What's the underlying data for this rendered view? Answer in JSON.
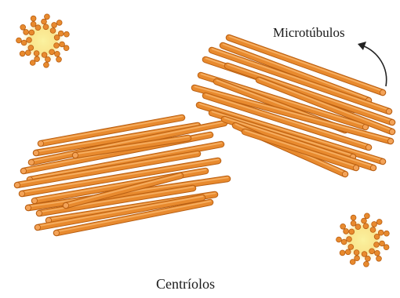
{
  "labels": {
    "microtubules": "Microtúbulos",
    "centrioles": "Centríolos"
  },
  "colors": {
    "tube_fill": "#e88a2e",
    "tube_highlight": "#f7b267",
    "tube_shadow": "#b95f12",
    "tube_end": "#f3a358",
    "glow": "#f7e27a",
    "arrow": "#222222"
  },
  "structures": [
    {
      "name": "centriole-bundle-left",
      "kind": "bundle of parallel microtubules"
    },
    {
      "name": "centriole-bundle-right",
      "kind": "bundle of parallel microtubules"
    },
    {
      "name": "aster-top-left",
      "kind": "radial aster"
    },
    {
      "name": "aster-bottom-right",
      "kind": "radial aster"
    }
  ]
}
